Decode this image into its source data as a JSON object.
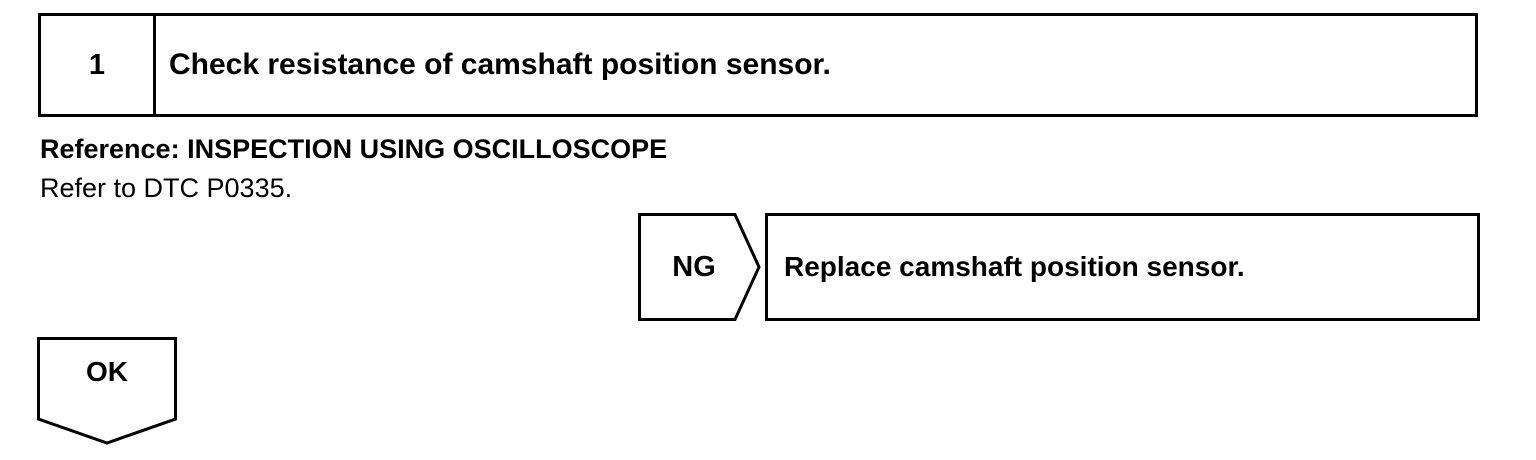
{
  "step": {
    "number": "1",
    "title": "Check resistance of camshaft position sensor."
  },
  "reference": {
    "heading": "Reference: INSPECTION USING OSCILLOSCOPE",
    "text": "Refer to DTC P0335."
  },
  "ng_branch": {
    "label": "NG",
    "action": "Replace camshaft position sensor."
  },
  "ok_branch": {
    "label": "OK"
  }
}
